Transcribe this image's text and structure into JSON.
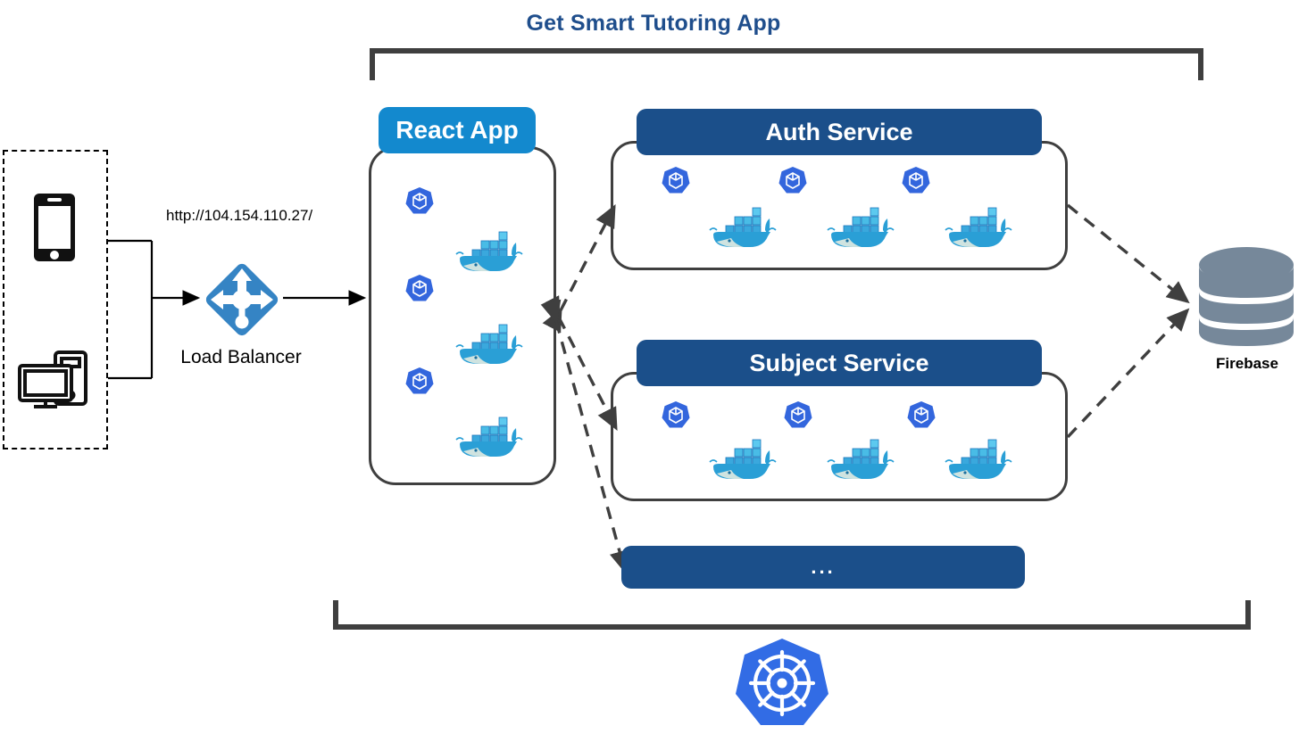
{
  "diagram": {
    "title": "Get Smart Tutoring App",
    "type": "architecture-diagram",
    "colors": {
      "title_blue": "#1f4e8c",
      "react_header_blue": "#1389ce",
      "service_header_navy": "#1b4f8a",
      "kubernetes_blue": "#326ce5",
      "pod_blue": "#3366dd",
      "docker_blue": "#2496ed",
      "firebase_grey": "#76889a",
      "outline_dark": "#3f3f3f"
    }
  },
  "clients": {
    "zone_name": "client-devices",
    "devices": [
      {
        "name": "mobile-phone-icon",
        "label": ""
      },
      {
        "name": "desktop-computer-icon",
        "label": ""
      }
    ]
  },
  "load_balancer": {
    "label": "Load Balancer",
    "icon": "load-balancer-diamond-icon",
    "url": "http://104.154.110.27/"
  },
  "frontend": {
    "name": "React App",
    "pod_count": 3,
    "container_count": 3,
    "pod_icon": "kubernetes-pod-icon",
    "container_icon": "docker-whale-icon"
  },
  "services": [
    {
      "name": "Auth Service",
      "pod_count": 3,
      "container_count": 3,
      "pod_icon": "kubernetes-pod-icon",
      "container_icon": "docker-whale-icon"
    },
    {
      "name": "Subject Service",
      "pod_count": 3,
      "container_count": 3,
      "pod_icon": "kubernetes-pod-icon",
      "container_icon": "docker-whale-icon"
    }
  ],
  "more_services": {
    "label": "..."
  },
  "database": {
    "label": "Firebase",
    "icon": "database-cylinder-icon",
    "disc_count": 3
  },
  "platform": {
    "name": "kubernetes-logo",
    "label": ""
  }
}
